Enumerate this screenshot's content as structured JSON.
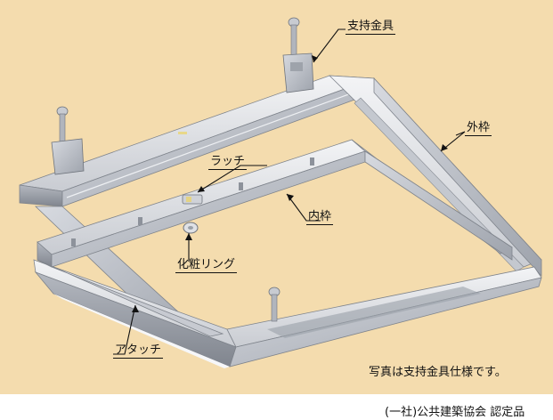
{
  "labels": {
    "support": "支持金具",
    "outer_frame": "外枠",
    "latch": "ラッチ",
    "inner_frame": "内枠",
    "ring": "化粧リング",
    "attach": "アタッチ"
  },
  "note": "写真は支持金具仕様です。",
  "credit": "(一社)公共建築協会 認定品",
  "colors": {
    "background": "#f4dcae",
    "metal_light": "#e6e8ec",
    "metal_mid": "#b9bdc5",
    "metal_dark": "#8e939c"
  }
}
